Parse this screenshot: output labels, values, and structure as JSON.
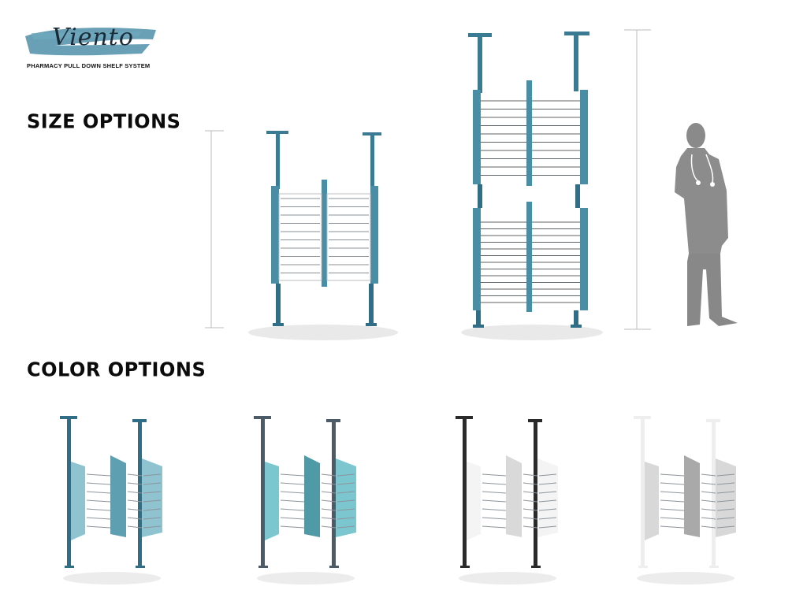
{
  "brand": {
    "name": "Viento",
    "subtitle": "PHARMACY PULL DOWN SHELF SYSTEM",
    "brush_color": "#4f8fa8"
  },
  "sections": {
    "size_options": "SIZE OPTIONS",
    "color_options": "COLOR OPTIONS"
  },
  "size_variants": [
    {
      "name": "single-height",
      "frame_color": "#3b7a93"
    },
    {
      "name": "double-height",
      "frame_color": "#3b7a93"
    }
  ],
  "color_variants": [
    {
      "name": "teal-blue",
      "pole": "#2f6e86",
      "panel": "#8fc3cf",
      "panel_dark": "#5e9fb2"
    },
    {
      "name": "aqua-slate",
      "pole": "#4b5b68",
      "panel": "#7cc7cf",
      "panel_dark": "#4f9aa6"
    },
    {
      "name": "black-white",
      "pole": "#2a2a2a",
      "panel": "#f4f4f4",
      "panel_dark": "#d9d9d9"
    },
    {
      "name": "all-white",
      "pole": "#eeeeee",
      "panel": "#d8d8d8",
      "panel_dark": "#a9a9a9"
    }
  ],
  "icons": [
    "brush-stroke-icon",
    "human-silhouette-icon",
    "height-marker-icon"
  ]
}
